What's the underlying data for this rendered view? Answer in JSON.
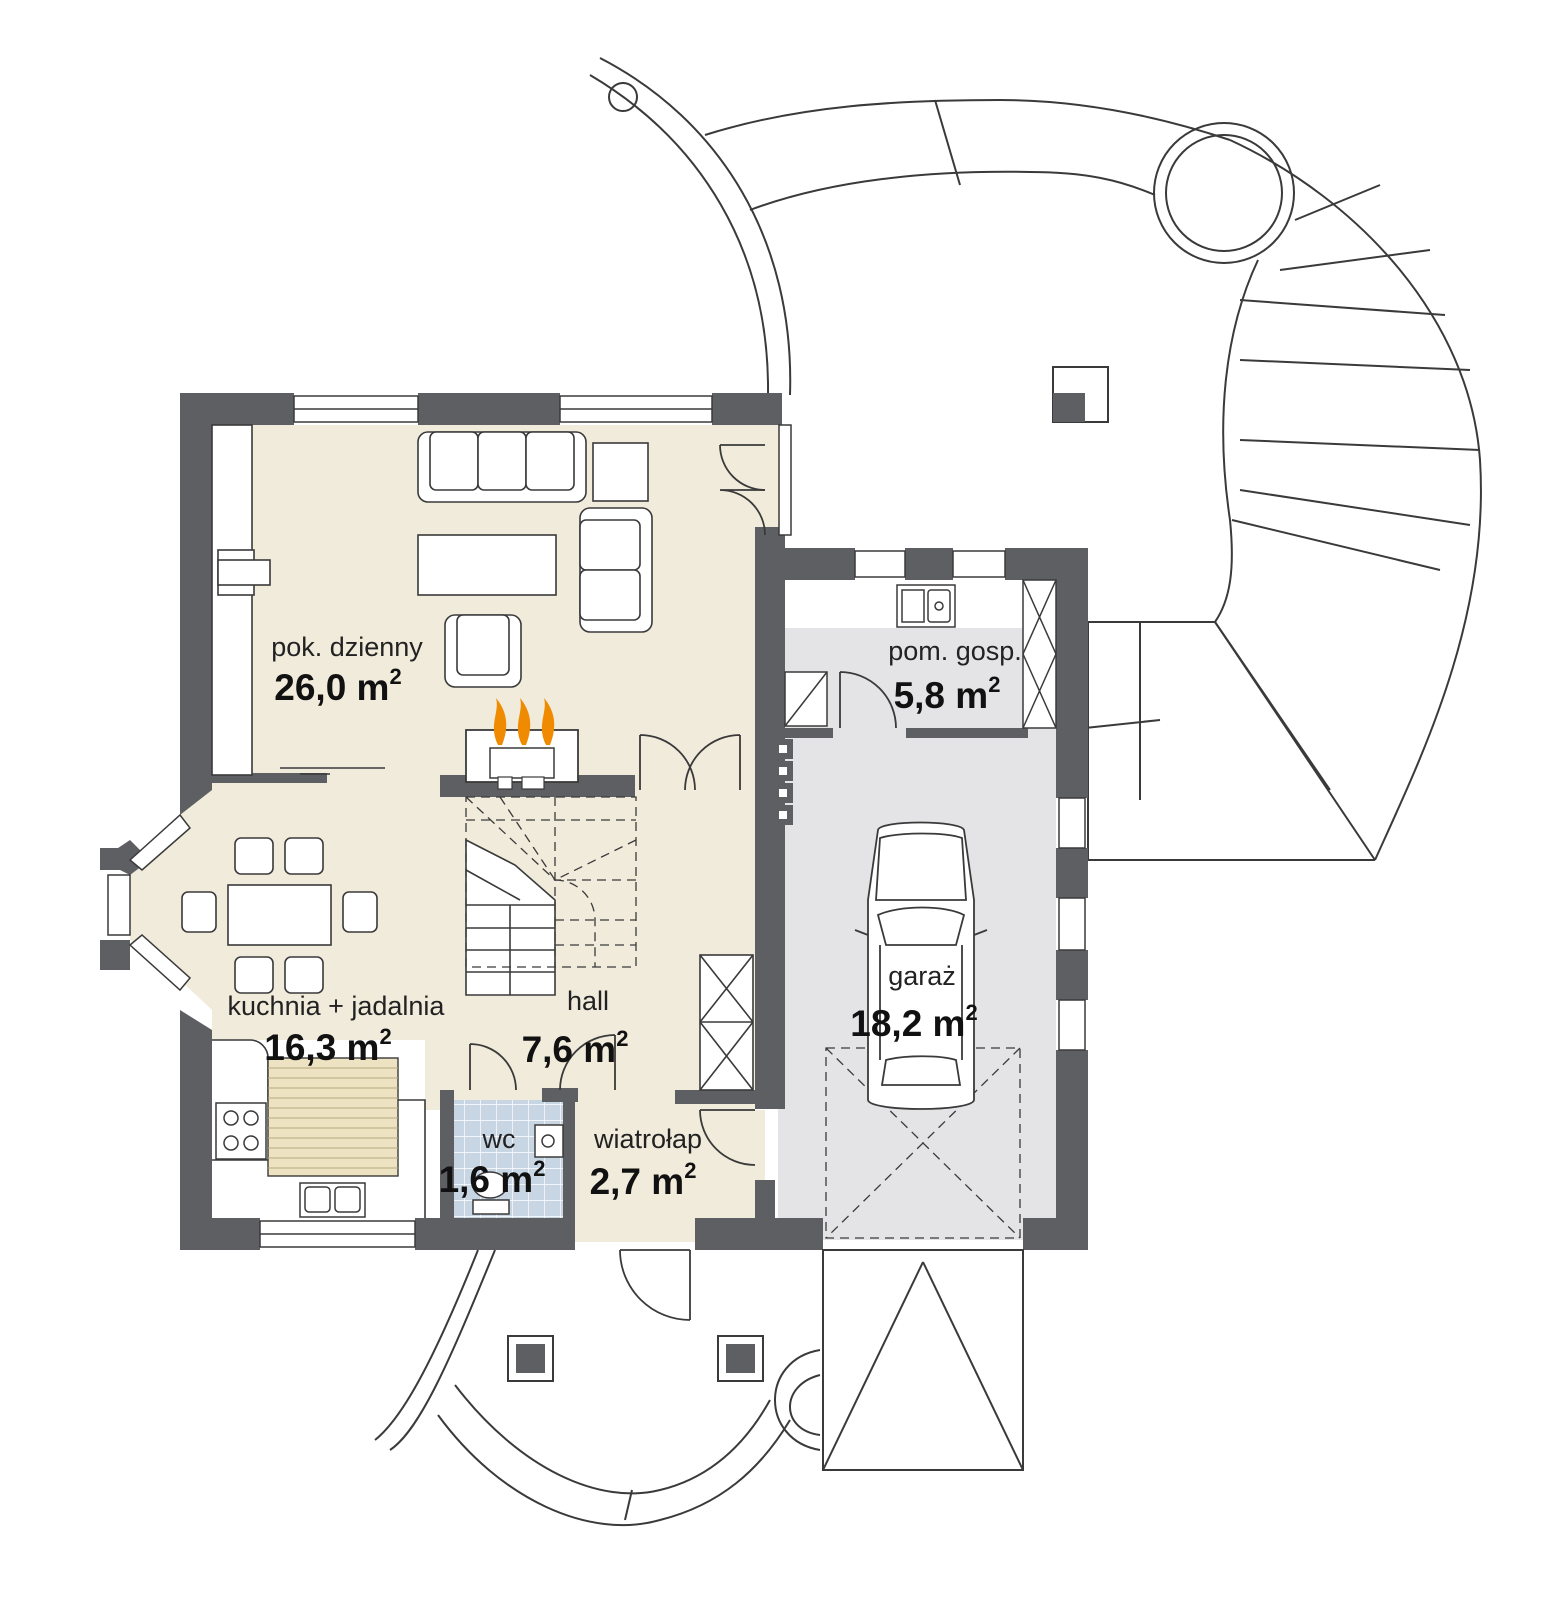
{
  "colors": {
    "wall": "#5e5f63",
    "living_floor": "#f1ebdb",
    "garage_floor": "#e4e4e6",
    "wc_floor": "#c8d6e4",
    "kitchen_board": "#ede3c2",
    "flame": "#f08a00",
    "line": "#3a3a3a"
  },
  "icons": [
    "fireplace-icon",
    "car-icon",
    "sink-icon",
    "stove-icon",
    "toilet-icon",
    "sofa-icon",
    "armchair-icon"
  ],
  "rooms": [
    {
      "id": "living",
      "name": "pok. dzienny",
      "area": "26,0 m",
      "unit_exp": "2"
    },
    {
      "id": "kitchen",
      "name": "kuchnia + jadalnia",
      "area": "16,3 m",
      "unit_exp": "2"
    },
    {
      "id": "hall",
      "name": "hall",
      "area": "7,6 m",
      "unit_exp": "2"
    },
    {
      "id": "wc",
      "name": "wc",
      "area": "1,6 m",
      "unit_exp": "2"
    },
    {
      "id": "vestibule",
      "name": "wiatrołap",
      "area": "2,7 m",
      "unit_exp": "2"
    },
    {
      "id": "utility",
      "name": "pom. gosp.",
      "area": "5,8 m",
      "unit_exp": "2"
    },
    {
      "id": "garage",
      "name": "garaż",
      "area": "18,2 m",
      "unit_exp": "2"
    }
  ]
}
